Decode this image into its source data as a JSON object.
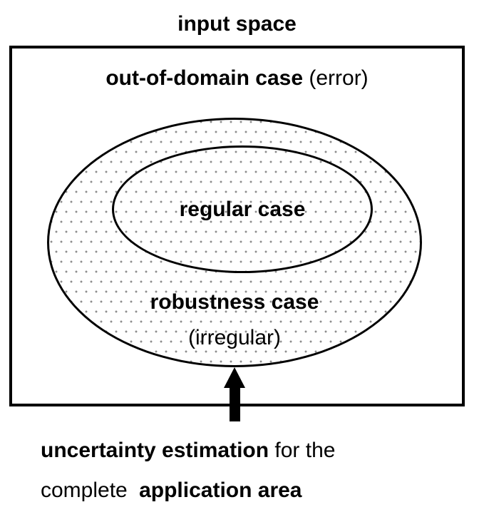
{
  "title": "input space",
  "box": {
    "out_of_domain_bold": "out-of-domain case",
    "out_of_domain_regular": " (error)"
  },
  "ellipses": {
    "regular_label": "regular case",
    "robustness_bold": "robustness case",
    "robustness_regular": "(irregular)"
  },
  "caption": {
    "line1_bold": "uncertainty estimation",
    "line1_regular": " for the",
    "line2_regular": "complete ",
    "line2_bold": "application area"
  },
  "colors": {
    "line": "#000000",
    "dots": "#8c8c8c",
    "text": "#000000",
    "background": "#ffffff"
  }
}
